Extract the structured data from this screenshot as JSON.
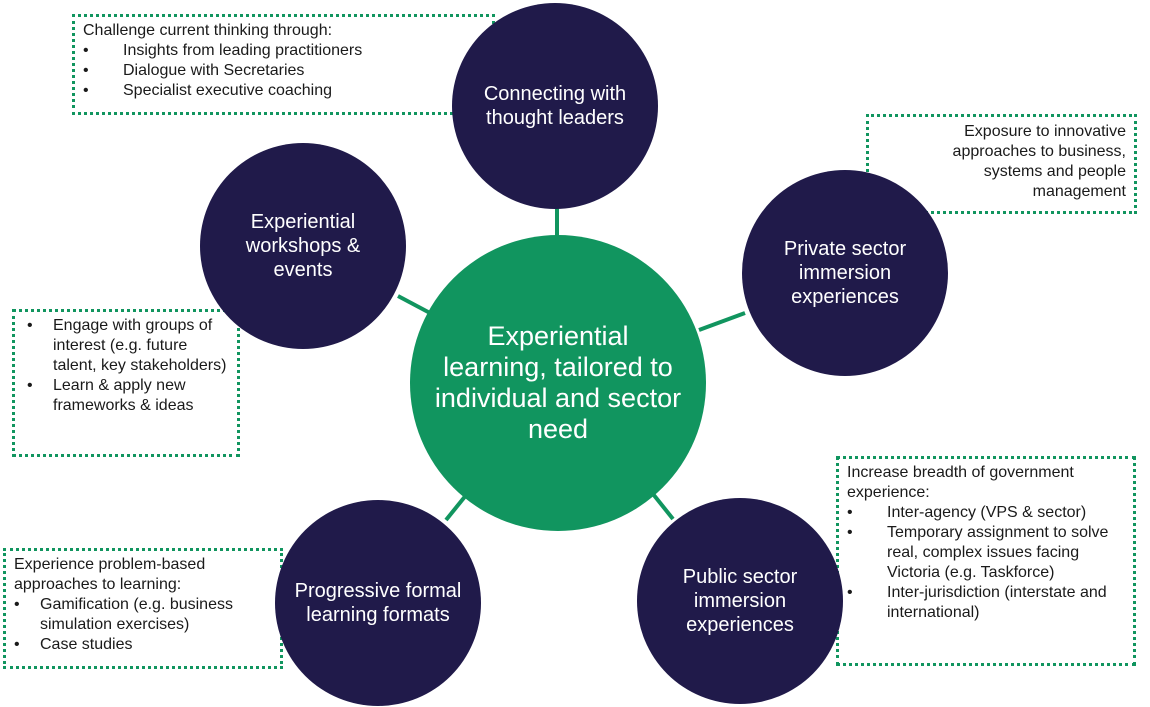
{
  "colors": {
    "navy": "#201a4a",
    "green": "#11955f"
  },
  "center": {
    "label": "Experiential learning, tailored to individual and sector need"
  },
  "nodes": {
    "thought_leaders": "Connecting with thought leaders",
    "private_sector": "Private sector immersion experiences",
    "public_sector": "Public sector immersion experiences",
    "formal_learning": "Progressive formal learning formats",
    "workshops": "Experiential workshops & events"
  },
  "boxes": {
    "thought_leaders": {
      "heading": "Challenge current thinking through:",
      "items": [
        "Insights from leading practitioners",
        "Dialogue with Secretaries",
        "Specialist executive coaching"
      ]
    },
    "private_sector": {
      "text": "Exposure to innovative approaches to business, systems and people management"
    },
    "public_sector": {
      "heading": "Increase breadth of government experience:",
      "items": [
        "Inter-agency (VPS & sector)",
        "Temporary assignment to solve real, complex issues facing Victoria (e.g. Taskforce)",
        "Inter-jurisdiction (interstate and international)"
      ]
    },
    "formal_learning": {
      "heading": "Experience problem-based approaches to learning:",
      "items": [
        "Gamification (e.g. business simulation exercises)",
        "Case studies"
      ]
    },
    "workshops": {
      "items": [
        "Engage with groups of interest (e.g. future talent, key stakeholders)",
        "Learn & apply new frameworks & ideas"
      ]
    }
  }
}
